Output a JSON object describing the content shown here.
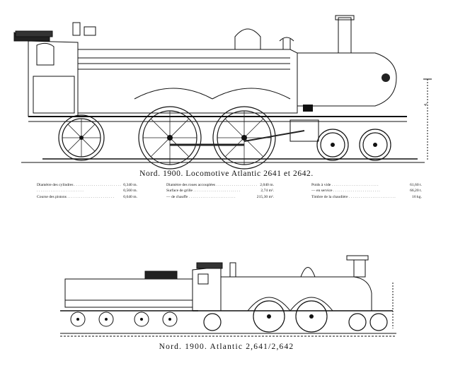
{
  "top_drawing": {
    "caption": "Nord. 1900. Locomotive Atlantic 2641 et 2642.",
    "height_label": "4,"
  },
  "specs": {
    "col1": [
      {
        "label": "Diamètre des cylindres",
        "value": "0,340 m."
      },
      {
        "label": "",
        "value": "0,560 m."
      },
      {
        "label": "Course des pistons",
        "value": "0,640 m."
      }
    ],
    "col2": [
      {
        "label": "Diamètre des roues accouplées",
        "value": "2,040 m."
      },
      {
        "label": "Surface de grille",
        "value": "2,74 m²."
      },
      {
        "label": "— de chauffe",
        "value": "215,30 m²."
      }
    ],
    "col3": [
      {
        "label": "Poids à vide",
        "value": "61,60 t."
      },
      {
        "label": "— en service",
        "value": "66,20 t."
      },
      {
        "label": "Timbre de la chaudière",
        "value": "16 kg."
      }
    ]
  },
  "bottom_drawing": {
    "caption": "Nord. 1900. Atlantic 2,641/2,642"
  }
}
